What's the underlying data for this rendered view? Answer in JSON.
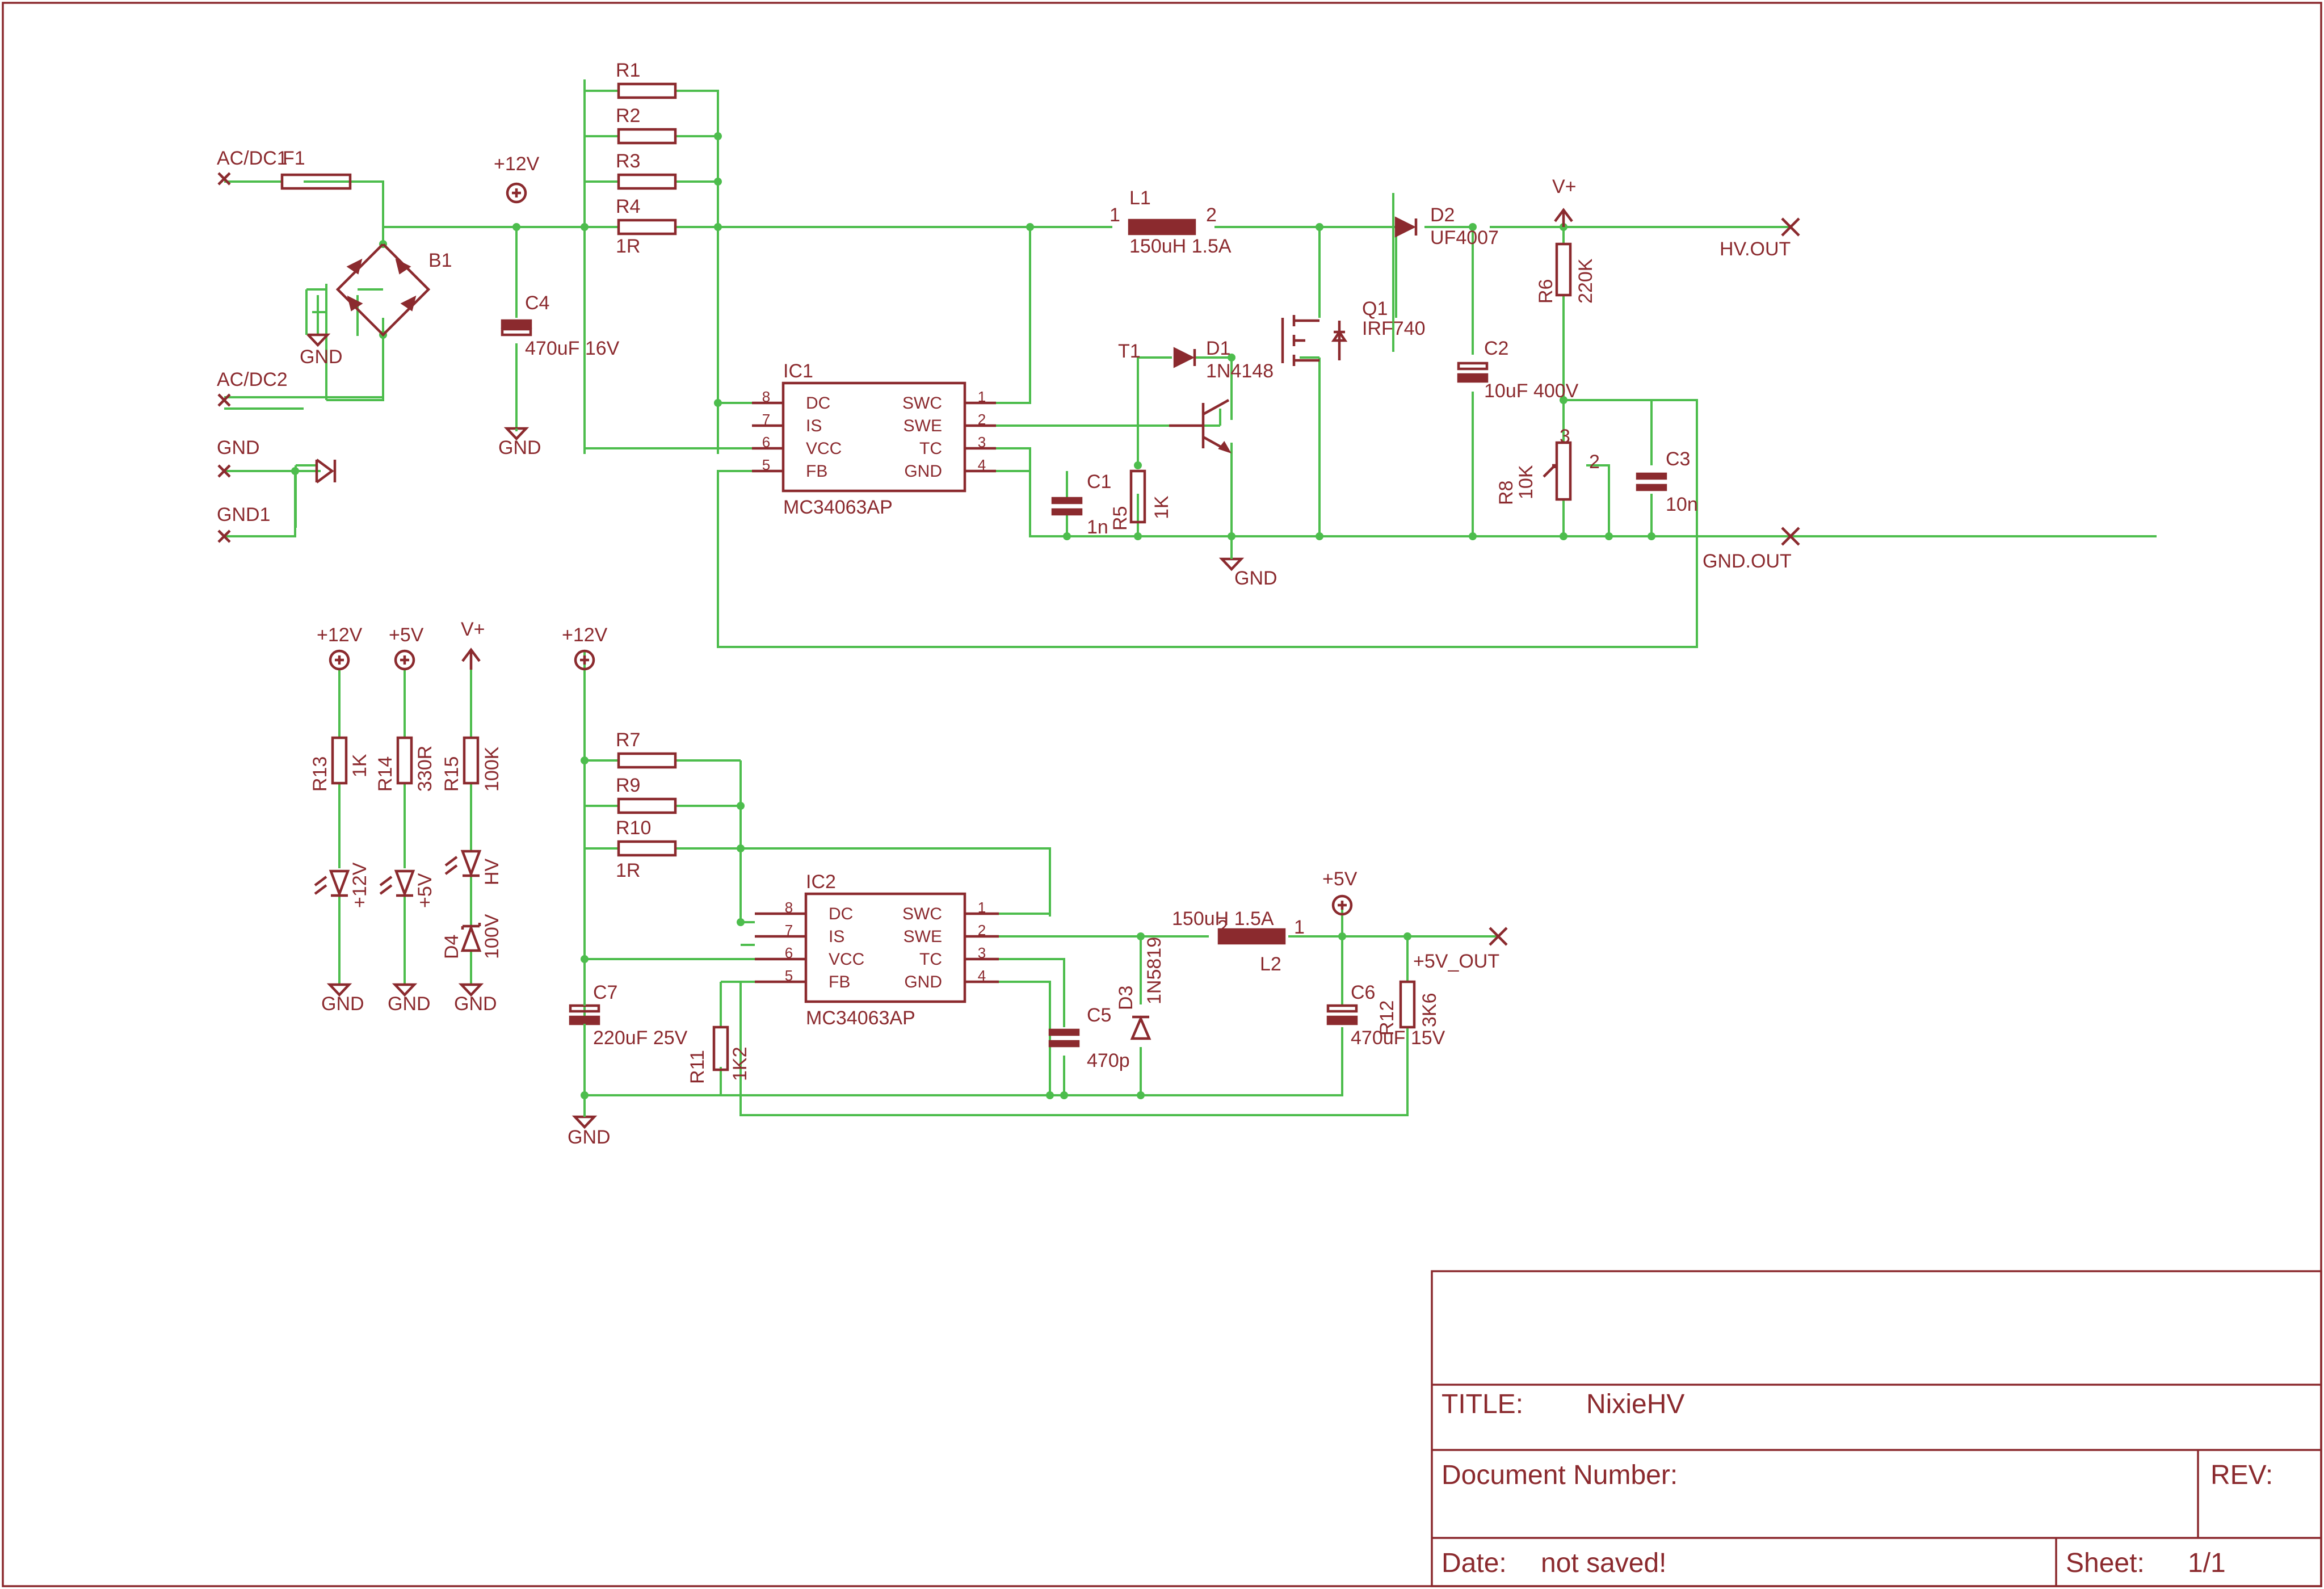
{
  "colors": {
    "wire": "#4dbd4d",
    "part": "#8b2a2e",
    "background": "#ffffff"
  },
  "labels": {
    "acdc1": "AC/DC1",
    "f1": "F1",
    "acdc2": "AC/DC2",
    "b1": "B1",
    "gnd_in": "GND",
    "gnd1": "GND1",
    "gnd_sym": "GND",
    "p12v_top": "+12V",
    "c4_name": "C4",
    "c4_val": "470uF 16V",
    "r1": "R1",
    "r2": "R2",
    "r3": "R3",
    "r4": "R4",
    "r4_val": "1R",
    "ic1": "IC1",
    "ic1_part": "MC34063AP",
    "ic_pins_left": [
      "DC",
      "IS",
      "VCC",
      "FB"
    ],
    "ic_pins_right": [
      "SWC",
      "SWE",
      "TC",
      "GND"
    ],
    "ic_nums_left": [
      "8",
      "7",
      "6",
      "5"
    ],
    "ic_nums_right": [
      "1",
      "2",
      "3",
      "4"
    ],
    "l1": "L1",
    "l1_val": "150uH 1.5A",
    "pin1": "1",
    "pin2": "2",
    "pin3": "3",
    "d2": "D2",
    "d2_val": "UF4007",
    "vplus": "V+",
    "hv_out": "HV.OUT",
    "t1": "T1",
    "d1": "D1",
    "d1_val": "1N4148",
    "q1": "Q1",
    "q1_val": "IRF740",
    "c2": "C2",
    "c2_val": "10uF 400V",
    "r6": "R6",
    "r6_val": "220K",
    "r8": "R8",
    "r8_val": "10K",
    "c3": "C3",
    "c3_val": "10n",
    "c1": "C1",
    "c1_val": "1n",
    "r5": "R5",
    "r5_val": "1K",
    "gnd_out": "GND.OUT",
    "p5v": "+5V",
    "r13": "R13",
    "r13_val": "1K",
    "r14": "R14",
    "r14_val": "330R",
    "r15": "R15",
    "r15_val": "100K",
    "led12": "+12V",
    "led5": "+5V",
    "ledhv": "HV",
    "d4": "D4",
    "d4_val": "100V",
    "r7": "R7",
    "r9": "R9",
    "r10": "R10",
    "r10_val": "1R",
    "ic2": "IC2",
    "ic2_part": "MC34063AP",
    "c7": "C7",
    "c7_val": "220uF 25V",
    "r11": "R11",
    "r11_val": "1K2",
    "c5": "C5",
    "c5_val": "470p",
    "d3": "D3",
    "d3_val": "1N5819",
    "l2_val": "150uH 1.5A",
    "l2": "L2",
    "c6": "C6",
    "c6_val": "470uF 15V",
    "r12": "R12",
    "r12_val": "3K6",
    "p5v_out": "+5V_OUT"
  },
  "title_block": {
    "title_label": "TITLE:",
    "title_value": "NixieHV",
    "docnum_label": "Document Number:",
    "rev_label": "REV:",
    "date_label": "Date:",
    "date_value": "not saved!",
    "sheet_label": "Sheet:",
    "sheet_value": "1/1"
  }
}
